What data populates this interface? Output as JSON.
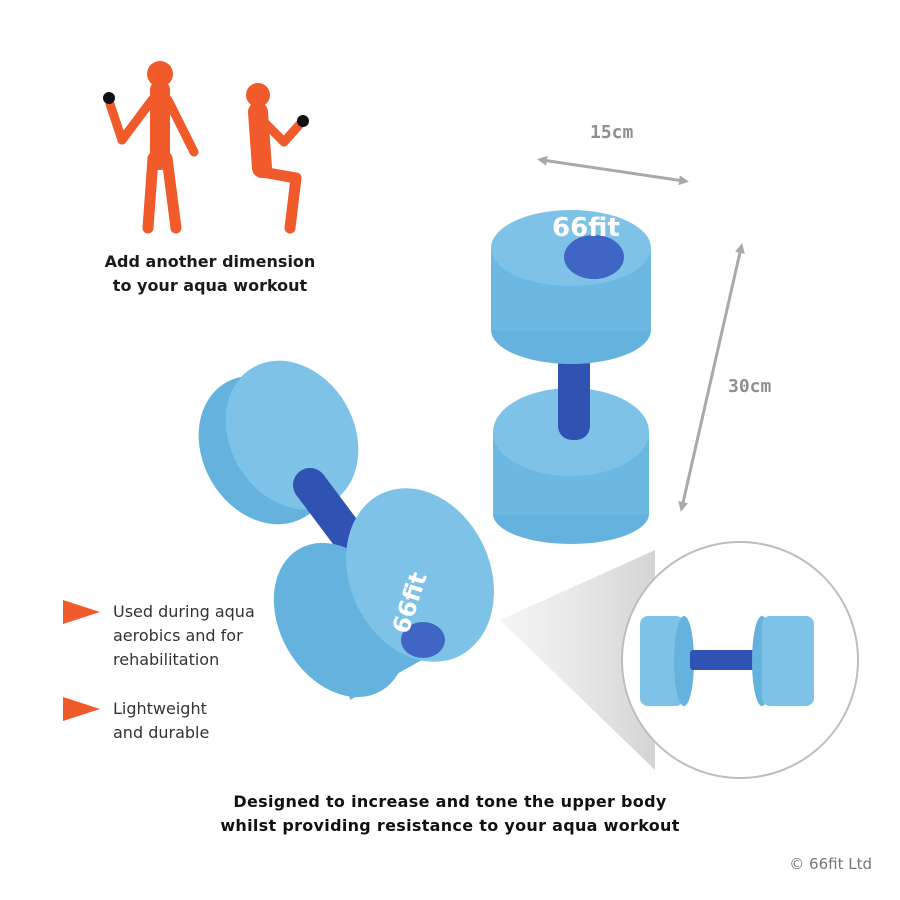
{
  "tagline": {
    "line1": "Add another dimension",
    "line2": "to your aqua workout"
  },
  "dimensions": {
    "width": "15cm",
    "height": "30cm"
  },
  "features": [
    {
      "line1": "Used during aqua",
      "line2": "aerobics and for",
      "line3": "rehabilitation"
    },
    {
      "line1": "Lightweight",
      "line2": "and durable"
    }
  ],
  "headline": {
    "line1": "Designed to increase and tone the upper body",
    "line2": "whilst providing resistance to your aqua workout"
  },
  "copyright": "© 66fit Ltd",
  "brand_mark": "66fit",
  "colors": {
    "figure_orange": "#f15a2b",
    "foam_blue": "#7ec2e8",
    "foam_blue_side": "#66b2de",
    "handle_navy": "#2f52b3",
    "arrow_gray": "#a9a9a9",
    "text_dark": "#1a1a1a"
  }
}
